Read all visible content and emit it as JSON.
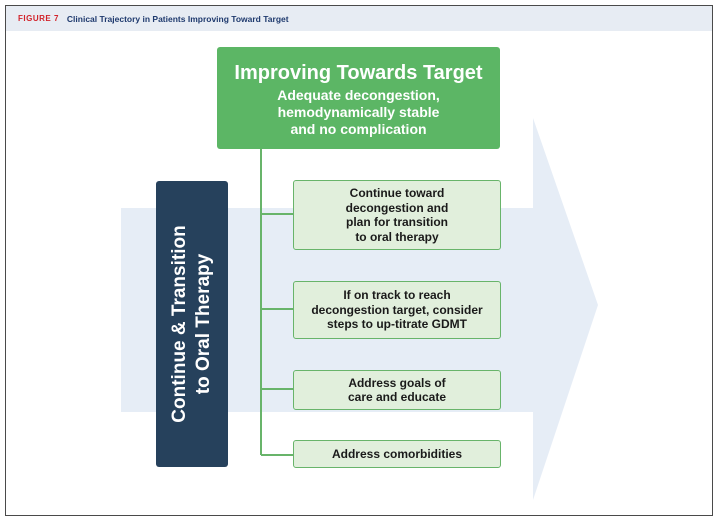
{
  "header": {
    "figure_label": "FIGURE 7",
    "title": "Clinical Trajectory in Patients Improving Toward Target"
  },
  "top_box": {
    "title": "Improving Towards Target",
    "subtitle": "Adequate decongestion,\nhemodynamically stable\nand no complication"
  },
  "side_box": {
    "text": "Continue & Transition\nto Oral Therapy"
  },
  "steps": [
    "Continue toward\ndecongestion and\nplan for transition\nto oral therapy",
    "If on track to reach\ndecongestion target, consider\nsteps to up-titrate GDMT",
    "Address goals of\ncare and educate",
    "Address comorbidities"
  ],
  "colors": {
    "header_bg": "#e7ecf3",
    "figure_label": "#d2232a",
    "title_text": "#1f3a6e",
    "green_primary": "#5cb665",
    "green_light": "#e1efdc",
    "navy": "#26415c",
    "arrow": "#e6edf6"
  }
}
